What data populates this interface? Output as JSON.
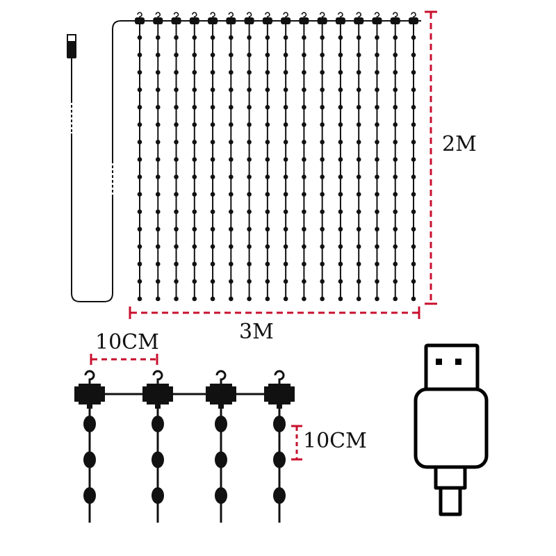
{
  "labels": {
    "height": "2M",
    "width": "3M",
    "hook_spacing": "10CM",
    "bead_spacing": "10CM"
  },
  "curtain": {
    "strands": 16,
    "beads_per_strand": 16
  },
  "detail": {
    "strands": 4,
    "beads_per_strand": 3
  },
  "colors": {
    "dimension": "#c8102e",
    "wire": "#111111"
  }
}
